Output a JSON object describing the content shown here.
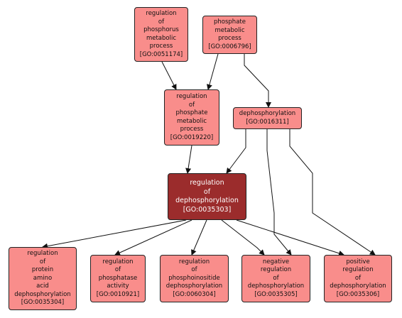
{
  "graph": {
    "nodes": [
      {
        "id": "n1",
        "label": "regulation\nof\nphosphorus\nmetabolic\nprocess\n[GO:0051174]",
        "focus": false
      },
      {
        "id": "n2",
        "label": "phosphate\nmetabolic\nprocess\n[GO:0006796]",
        "focus": false
      },
      {
        "id": "n3",
        "label": "regulation\nof\nphosphate\nmetabolic\nprocess\n[GO:0019220]",
        "focus": false
      },
      {
        "id": "n4",
        "label": "dephosphorylation\n[GO:0016311]",
        "focus": false
      },
      {
        "id": "n5",
        "label": "regulation\nof\ndephosphorylation\n[GO:0035303]",
        "focus": true
      },
      {
        "id": "n6",
        "label": "regulation\nof\nprotein\namino\nacid\ndephosphorylation\n[GO:0035304]",
        "focus": false
      },
      {
        "id": "n7",
        "label": "regulation\nof\nphosphatase\nactivity\n[GO:0010921]",
        "focus": false
      },
      {
        "id": "n8",
        "label": "regulation\nof\nphosphoinositide\ndephosphorylation\n[GO:0060304]",
        "focus": false
      },
      {
        "id": "n9",
        "label": "negative\nregulation\nof\ndephosphorylation\n[GO:0035305]",
        "focus": false
      },
      {
        "id": "n10",
        "label": "positive\nregulation\nof\ndephosphorylation\n[GO:0035306]",
        "focus": false
      }
    ],
    "edges": [
      {
        "from": "n1",
        "to": "n3"
      },
      {
        "from": "n2",
        "to": "n3"
      },
      {
        "from": "n2",
        "to": "n4"
      },
      {
        "from": "n3",
        "to": "n5"
      },
      {
        "from": "n4",
        "to": "n5"
      },
      {
        "from": "n4",
        "to": "n9"
      },
      {
        "from": "n4",
        "to": "n10"
      },
      {
        "from": "n5",
        "to": "n6"
      },
      {
        "from": "n5",
        "to": "n7"
      },
      {
        "from": "n5",
        "to": "n8"
      },
      {
        "from": "n5",
        "to": "n9"
      },
      {
        "from": "n5",
        "to": "n10"
      }
    ],
    "colors": {
      "node_fill": "#f98d8b",
      "focus_fill": "#9b2c2c",
      "edge": "#111111"
    }
  }
}
